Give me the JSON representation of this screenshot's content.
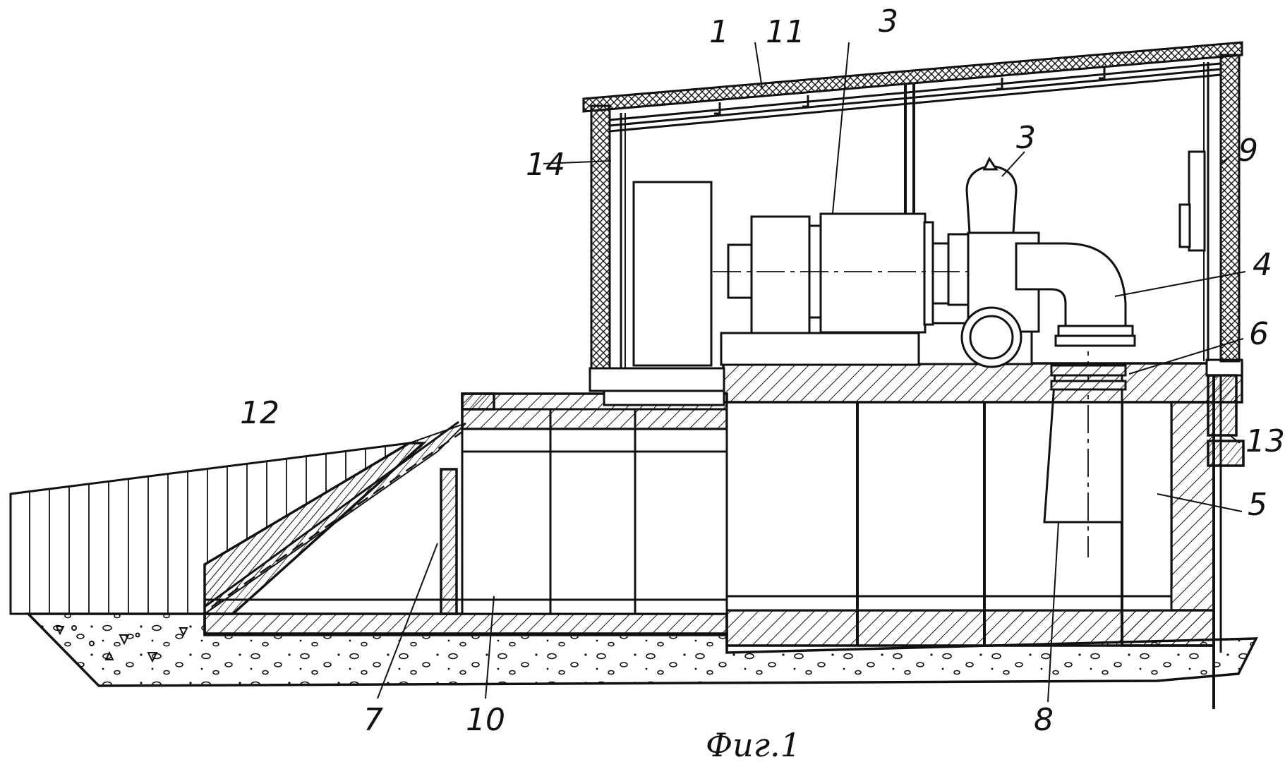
{
  "figure": {
    "caption": "Фиг.1",
    "labels": {
      "l1": "1",
      "l11": "11",
      "l3a": "3",
      "l3b": "3",
      "l14": "14",
      "l9": "9",
      "l4": "4",
      "l6": "6",
      "l12": "12",
      "l13": "13",
      "l5": "5",
      "l7": "7",
      "l10": "10",
      "l8": "8"
    }
  }
}
